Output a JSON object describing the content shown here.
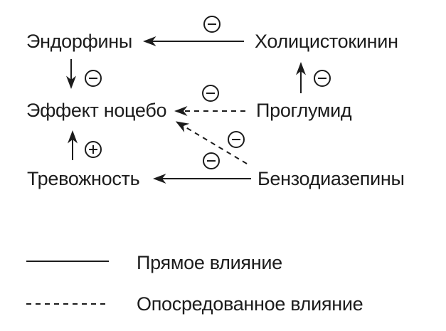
{
  "colors": {
    "ink": "#1c1c1c",
    "background": "#ffffff"
  },
  "diagram": {
    "nodes": [
      {
        "id": "endorphins",
        "label": "Эндорфины"
      },
      {
        "id": "cholecystokinin",
        "label": "Холицистокинин"
      },
      {
        "id": "nocebo_effect",
        "label": "Эффект ноцебо"
      },
      {
        "id": "proglumide",
        "label": "Проглумид"
      },
      {
        "id": "anxiety",
        "label": "Тревожность"
      },
      {
        "id": "benzodiazepines",
        "label": "Бензодиазепины"
      }
    ],
    "edges": [
      {
        "from": "Холицистокинин",
        "to": "Эндорфины",
        "sign": "−",
        "type": "direct"
      },
      {
        "from": "Эндорфины",
        "to": "Эффект ноцебо",
        "sign": "−",
        "type": "direct"
      },
      {
        "from": "Проглумид",
        "to": "Холицистокинин",
        "sign": "−",
        "type": "direct"
      },
      {
        "from": "Проглумид",
        "to": "Эффект ноцебо",
        "sign": "−",
        "type": "indirect"
      },
      {
        "from": "Бензодиазепины",
        "to": "Эффект ноцебо",
        "sign": "−",
        "type": "indirect"
      },
      {
        "from": "Тревожность",
        "to": "Эффект ноцебо",
        "sign": "+",
        "type": "direct"
      },
      {
        "from": "Бензодиазепины",
        "to": "Тревожность",
        "sign": "−",
        "type": "direct"
      }
    ],
    "legend": {
      "direct": "Прямое влияние",
      "indirect": "Опосредованное влияние"
    }
  }
}
